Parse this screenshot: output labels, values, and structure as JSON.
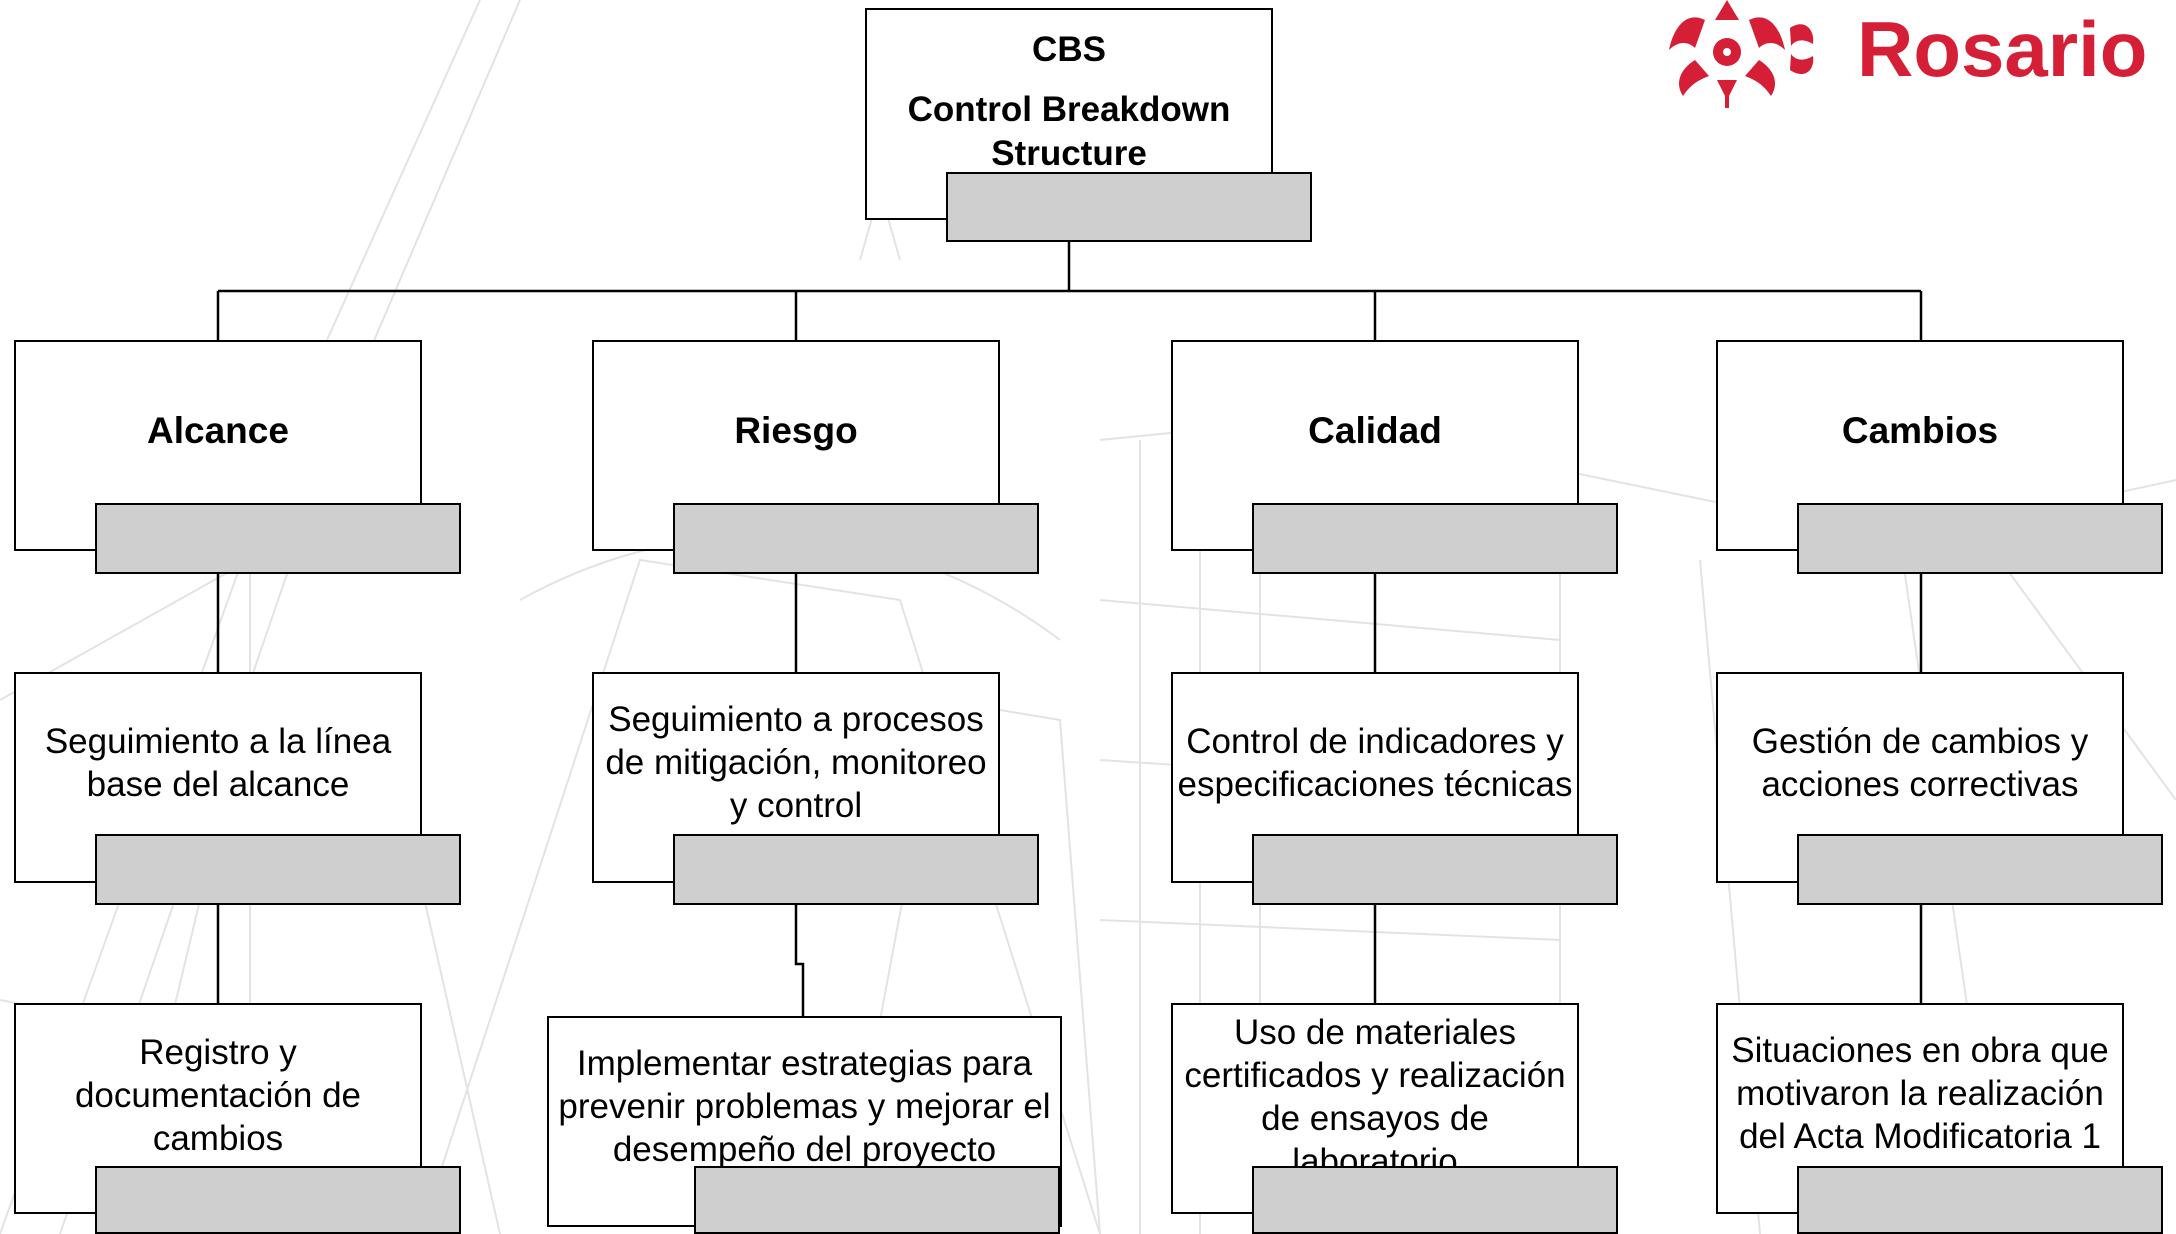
{
  "colors": {
    "brand": "#d41f36",
    "tag": "#cfcfcf",
    "line": "#000000",
    "bg_sketch": "#e3e3e3"
  },
  "logo": {
    "text": "Rosario"
  },
  "root": {
    "title": "CBS",
    "subtitle": "Control Breakdown Structure"
  },
  "categories": [
    {
      "title": "Alcance",
      "level2": "Seguimiento a la línea base del alcance",
      "level3": "Registro y documentación de cambios"
    },
    {
      "title": "Riesgo",
      "level2": "Seguimiento a procesos de mitigación, monitoreo y control",
      "level3": "Implementar estrategias para prevenir problemas y mejorar el desempeño del proyecto"
    },
    {
      "title": "Calidad",
      "level2": "Control de indicadores y especificaciones técnicas",
      "level3": "Uso de materiales certificados y realización de ensayos de laboratorio"
    },
    {
      "title": "Cambios",
      "level2": "Gestión de cambios y acciones correctivas",
      "level3": "Situaciones en obra que motivaron la realización del Acta Modificatoria 1"
    }
  ]
}
